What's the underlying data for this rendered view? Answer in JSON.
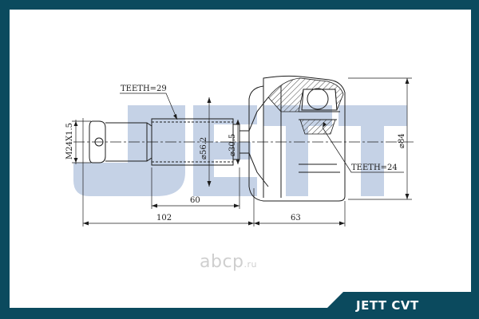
{
  "colors": {
    "frame": "#0b4a5e",
    "logo_fill": "#c5d2e6",
    "line": "#1c1c1c",
    "hatch": "#444444"
  },
  "background_logo": "JETT",
  "labels": {
    "teeth_spline": "TEETH=29",
    "teeth_inner": "TEETH=24",
    "thread": "M24X1.5",
    "dia_shaft": "⌀56.2",
    "dia_neck": "⌀30.5",
    "dia_housing": "⌀84",
    "len_60": "60",
    "len_102": "102",
    "len_63": "63"
  },
  "watermark": {
    "main": "abcp",
    "suffix": ".ru"
  },
  "brand_label": "JETT CVT"
}
